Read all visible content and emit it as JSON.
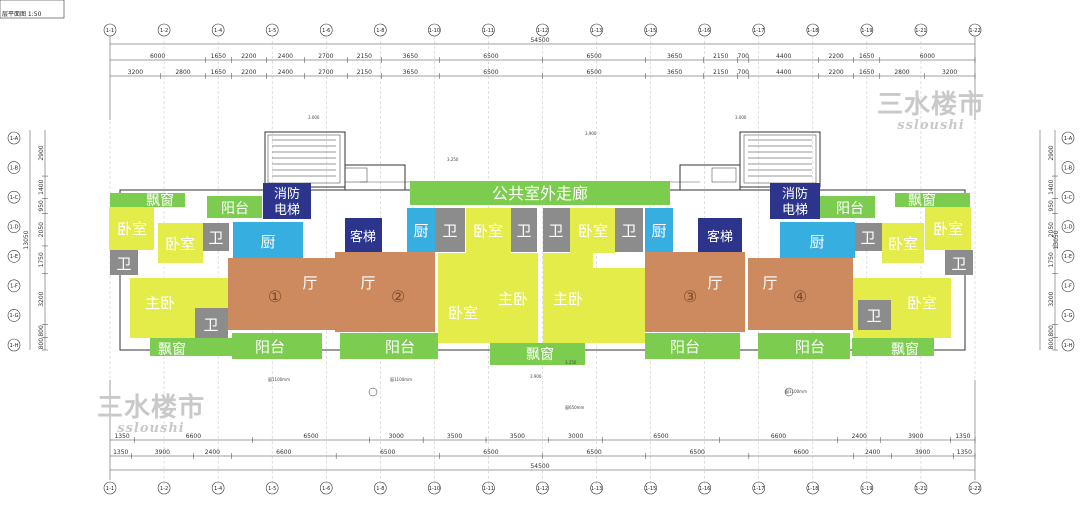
{
  "header": {
    "scale_label": "层平面图 1:50"
  },
  "dimensions": {
    "total": "54500",
    "total_bottom": "54500",
    "top_row1": [
      "6000",
      "1650",
      "2200",
      "2400",
      "2700",
      "2150",
      "3650",
      "6500",
      "6500",
      "3650",
      "2150",
      "700",
      "4400",
      "2200",
      "1650",
      "6000"
    ],
    "top_row2": [
      "3200",
      "2800",
      "1650",
      "2200",
      "2400",
      "2700",
      "2150",
      "3650",
      "6500",
      "6500",
      "3650",
      "2150",
      "700",
      "4400",
      "2200",
      "1650",
      "2800",
      "3200"
    ],
    "bottom_row1": [
      "1350",
      "6600",
      "6500",
      "3000",
      "3500",
      "3500",
      "3000",
      "6500",
      "6600",
      "2400",
      "3900",
      "1350"
    ],
    "bottom_row2": [
      "1350",
      "3900",
      "2400",
      "6600",
      "6500",
      "6500",
      "6500",
      "6500",
      "6600",
      "2400",
      "3900",
      "1350"
    ],
    "left_side": [
      "2900",
      "1400",
      "950",
      "2050",
      "1750",
      "3200",
      "800",
      "800"
    ],
    "left_total": "13050",
    "right_side": [
      "2900",
      "1400",
      "950",
      "2050",
      "1750",
      "3200",
      "800",
      "800"
    ],
    "right_total": "13050"
  },
  "axes": {
    "top": [
      "1-1",
      "1-2",
      "1-4",
      "1-5",
      "1-6",
      "1-8",
      "1-10",
      "1-11",
      "1-12",
      "1-13",
      "1-15",
      "1-16",
      "1-17",
      "1-18",
      "1-19",
      "1-21",
      "1-22"
    ],
    "side": [
      "1-A",
      "1-B",
      "1-C",
      "1-D",
      "1-E",
      "1-F",
      "1-G",
      "1-H"
    ]
  },
  "elevations": {
    "e1": "3.000",
    "e2": "3.000",
    "e3": "3.900",
    "e4": "3.250",
    "e5": "3.250",
    "e6": "3.900"
  },
  "notes": {
    "window1": "窗1100mm",
    "window2": "窗1100mm",
    "window3": "窗650mm",
    "window4": "窗1100mm"
  },
  "rooms": {
    "corridor": "公共室外走廊",
    "fire_elevator": "消防\n电梯",
    "passenger_elevator": "客梯",
    "balcony": "阳台",
    "bay_window": "飘窗",
    "bedroom": "卧室",
    "master_bedroom": "主卧",
    "bath": "卫",
    "kitchen": "厨",
    "living": "厅",
    "unit1": "①",
    "unit2": "②",
    "unit3": "③",
    "unit4": "④"
  },
  "watermark": {
    "cn": "三水楼市",
    "en": "ssloushi"
  },
  "colors": {
    "green": "#7ccc4f",
    "yellow": "#e4ec4a",
    "living": "#cc8a5e",
    "kitchen": "#36aee0",
    "bath": "#8c8c8c",
    "navy": "#2c348c",
    "line": "#333333"
  }
}
